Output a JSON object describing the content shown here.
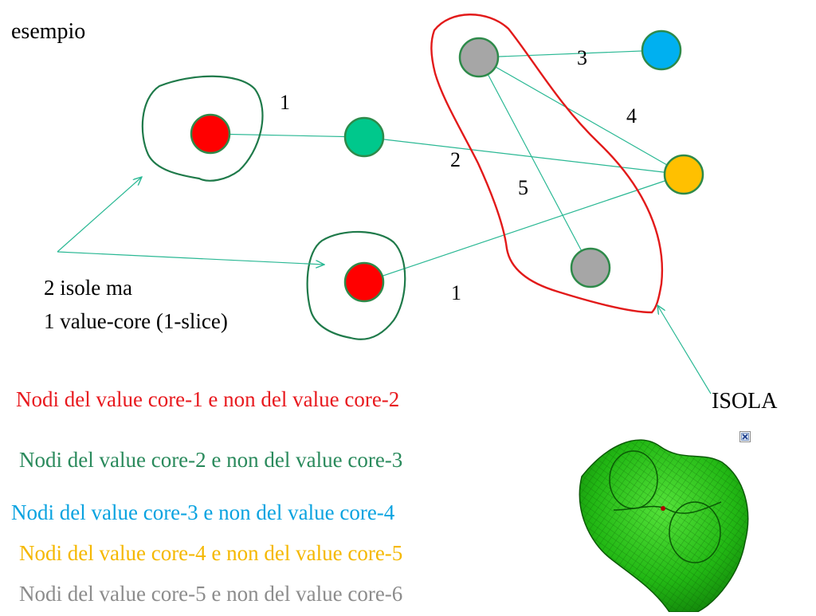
{
  "title": "esempio",
  "edge_labels": [
    "1",
    "3",
    "4",
    "2",
    "5",
    "1"
  ],
  "note": {
    "line1": "2 isole ma",
    "line2": "1 value-core (1-slice)"
  },
  "isola_label": "ISOLA",
  "legend": [
    {
      "text": "Nodi del value core-1 e non del value core-2",
      "color": "#e8191e"
    },
    {
      "text": "Nodi del value core-2 e non del value core-3",
      "color": "#2a8a5c"
    },
    {
      "text": "Nodi del value core-3 e non del value core-4",
      "color": "#0aa3e0"
    },
    {
      "text": "Nodi del value core-4 e non del value core-5",
      "color": "#f5b800"
    },
    {
      "text": "Nodi del value core-5 e non del value core-6",
      "color": "#8c8c8c"
    }
  ],
  "node_colors": {
    "red": "#ff0000",
    "teal": "#00c88c",
    "blue": "#00b0f0",
    "yellow": "#ffc000",
    "gray": "#a6a6a6",
    "node_stroke": "#2e8a4a"
  },
  "line_colors": {
    "edge": "#2ab894",
    "island_outline": "#1f7a4a",
    "isola_outline": "#e21a1a"
  },
  "icons": [
    "broken-image-icon",
    "saddle-surface-image"
  ]
}
